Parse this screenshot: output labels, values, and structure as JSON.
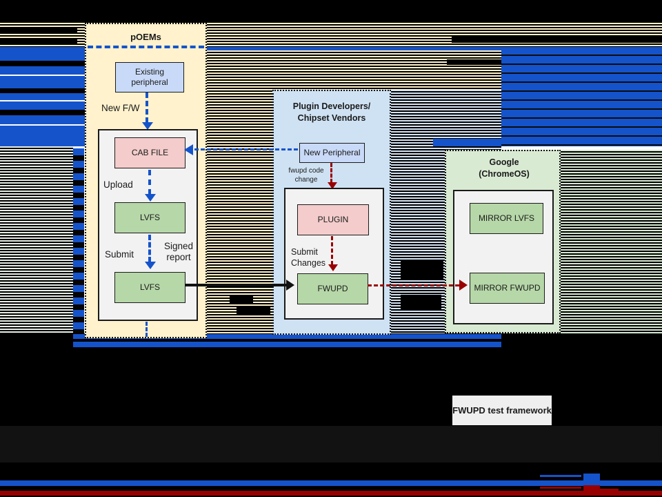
{
  "colors": {
    "accent_blue": "#1553CB",
    "dark_red": "#990000",
    "cream": "#FFF2CC",
    "panel_blue": "#CFE2F3",
    "panel_green": "#D9EAD3",
    "box_blue": "#C9DAF8",
    "box_pink": "#F4CCCC",
    "box_green": "#B6D7A8",
    "inner_gray": "#F2F2F2"
  },
  "poems_panel": {
    "title": "pOEMs",
    "existing_peripheral_label": "Existing peripheral",
    "new_fw_label": "New F/W",
    "cab_file_label": "CAB FILE",
    "upload_label": "Upload",
    "lvfs_label": "LVFS",
    "submit_label": "Submit",
    "signed_report_label": "Signed report",
    "lvfs2_label": "LVFS"
  },
  "plugin_panel": {
    "title": "Plugin Developers/ Chipset Vendors",
    "new_peripheral_label": "New Peripheral",
    "fwupd_code_change_label": "fwupd code change",
    "plugin_label": "PLUGIN",
    "submit_changes_label": "Submit Changes",
    "fwupd_label": "FWUPD"
  },
  "google_panel": {
    "title": "Google (ChromeOS)",
    "mirror_lvfs_label": "MIRROR LVFS",
    "mirror_fwupd_label": "MIRROR FWUPD"
  },
  "footer": {
    "test_framework_label": "FWUPD test framework"
  }
}
